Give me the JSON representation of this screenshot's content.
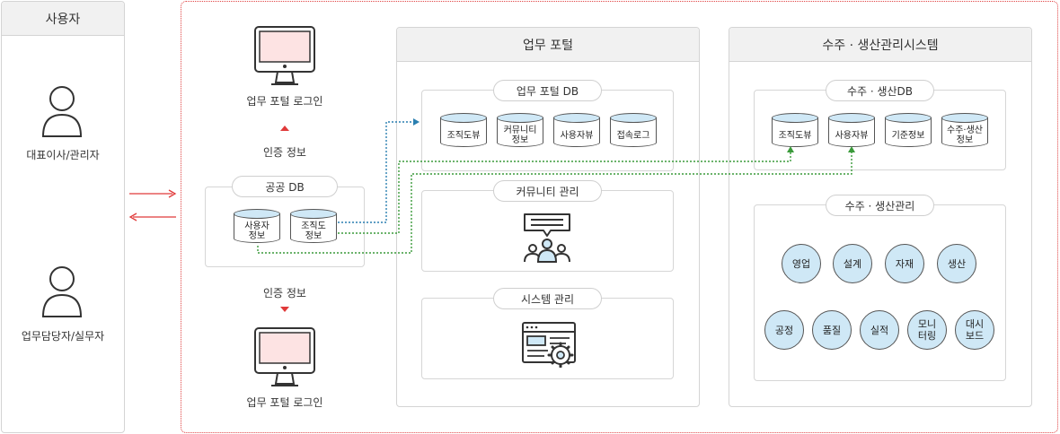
{
  "user_panel": {
    "title": "사용자",
    "users": [
      {
        "label": "대표이사/관리자"
      },
      {
        "label": "업무담당자/실무자"
      }
    ]
  },
  "auth": {
    "top_login": "업무 포털 로그인",
    "top_auth": "인증 정보",
    "public_db": "공공 DB",
    "public_db_items": [
      {
        "line1": "사용자",
        "line2": "정보"
      },
      {
        "line1": "조직도",
        "line2": "정보"
      }
    ],
    "bottom_auth": "인증 정보",
    "bottom_login": "업무 포털 로그인"
  },
  "portal": {
    "title": "업무 포털",
    "db_title": "업무 포털 DB",
    "db_items": [
      {
        "line1": "조직도뷰",
        "line2": ""
      },
      {
        "line1": "커뮤니티",
        "line2": "정보"
      },
      {
        "line1": "사용자뷰",
        "line2": ""
      },
      {
        "line1": "접속로그",
        "line2": ""
      }
    ],
    "community": "커뮤니티 관리",
    "system": "시스템 관리"
  },
  "order_system": {
    "title": "수주 · 생산관리시스템",
    "db_title": "수주 · 생산DB",
    "db_items": [
      {
        "line1": "조직도뷰",
        "line2": ""
      },
      {
        "line1": "사용자뷰",
        "line2": ""
      },
      {
        "line1": "기준정보",
        "line2": ""
      },
      {
        "line1": "수주·생산",
        "line2": "정보"
      }
    ],
    "mgmt_title": "수주 · 생산관리",
    "modules_row1": [
      {
        "line1": "영업",
        "line2": ""
      },
      {
        "line1": "설계",
        "line2": ""
      },
      {
        "line1": "자재",
        "line2": ""
      },
      {
        "line1": "생산",
        "line2": ""
      }
    ],
    "modules_row2": [
      {
        "line1": "공정",
        "line2": ""
      },
      {
        "line1": "품질",
        "line2": ""
      },
      {
        "line1": "실적",
        "line2": ""
      },
      {
        "line1": "모니",
        "line2": "터링"
      },
      {
        "line1": "대시",
        "line2": "보드"
      }
    ]
  },
  "colors": {
    "arrow_red": "#e03a3a",
    "dotted_red": "#e04444",
    "connector_blue": "#2a7fb0",
    "connector_green": "#3a9a3a",
    "db_fill": "#cfe8f6",
    "monitor_screen": "#fde3e3"
  }
}
